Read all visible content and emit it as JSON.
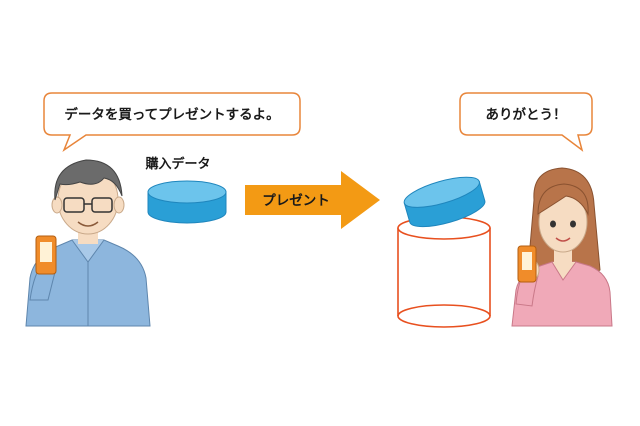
{
  "bubbles": {
    "left_text": "データを買ってプレゼントするよ。",
    "right_text": "ありがとう！"
  },
  "data_label": "購入データ",
  "arrow_label": "プレゼント",
  "colors": {
    "bubble_border": "#e8853a",
    "arrow_fill": "#f39a14",
    "cylinder_blue": "#2a9fd6",
    "cylinder_blue_light": "#6cc4ec",
    "cylinder_outline_orange": "#e8501f",
    "male_shirt": "#8db6dd",
    "female_shirt": "#f0a9b8",
    "skin": "#f6dcc2",
    "phone_orange": "#f08c2a"
  }
}
